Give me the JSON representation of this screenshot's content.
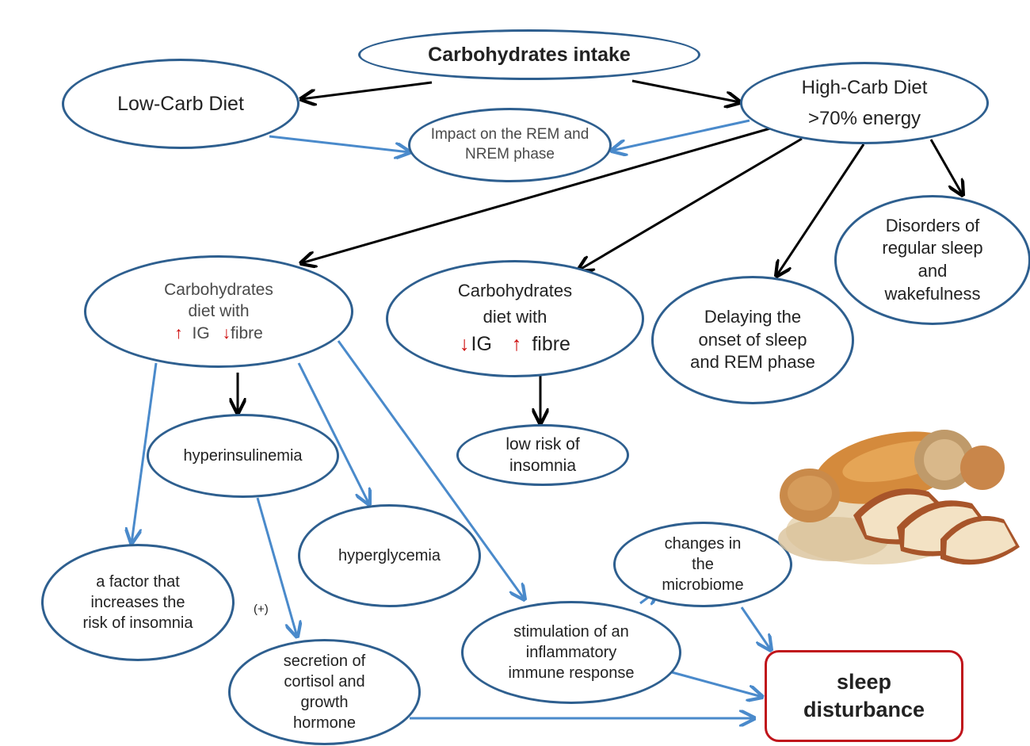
{
  "nodes": {
    "carb_intake": "Carbohydrates intake",
    "low_carb": "Low-Carb Diet",
    "high_carb_title": "High-Carb Diet",
    "high_carb_energy": ">70% energy",
    "impact_rem": "Impact on the REM and NREM phase",
    "diet_high_ig_line1": "Carbohydrates",
    "diet_high_ig_line2": "diet with",
    "diet_high_ig_ig": "IG",
    "diet_high_ig_fibre": "fibre",
    "diet_low_ig_line1": "Carbohydrates",
    "diet_low_ig_line2": "diet with",
    "diet_low_ig_ig": "IG",
    "diet_low_ig_fibre": "fibre",
    "delaying_onset": "Delaying the onset of sleep and REM phase",
    "disorders_sleep": "Disorders of regular sleep and wakefulness",
    "hyperinsulinemia": "hyperinsulinemia",
    "low_risk_insomnia": "low risk of insomnia",
    "hyperglycemia": "hyperglycemia",
    "factor_insomnia": "a factor that increases the risk of insomnia",
    "secretion_cortisol": "secretion of cortisol and growth hormone",
    "inflammatory": "stimulation of an inflammatory immune response",
    "microbiome": "changes in the microbiome",
    "sleep_disturbance": "sleep disturbance"
  },
  "annotations": {
    "plus": "(+)"
  },
  "icons": {
    "increase": "↑",
    "decrease": "↓"
  },
  "colors": {
    "node_border": "#2e5f8f",
    "outcome_border": "#c0141b",
    "black_arrow": "#000000",
    "blue_arrow": "#4a8acb",
    "indicator_red": "#cc0000"
  }
}
